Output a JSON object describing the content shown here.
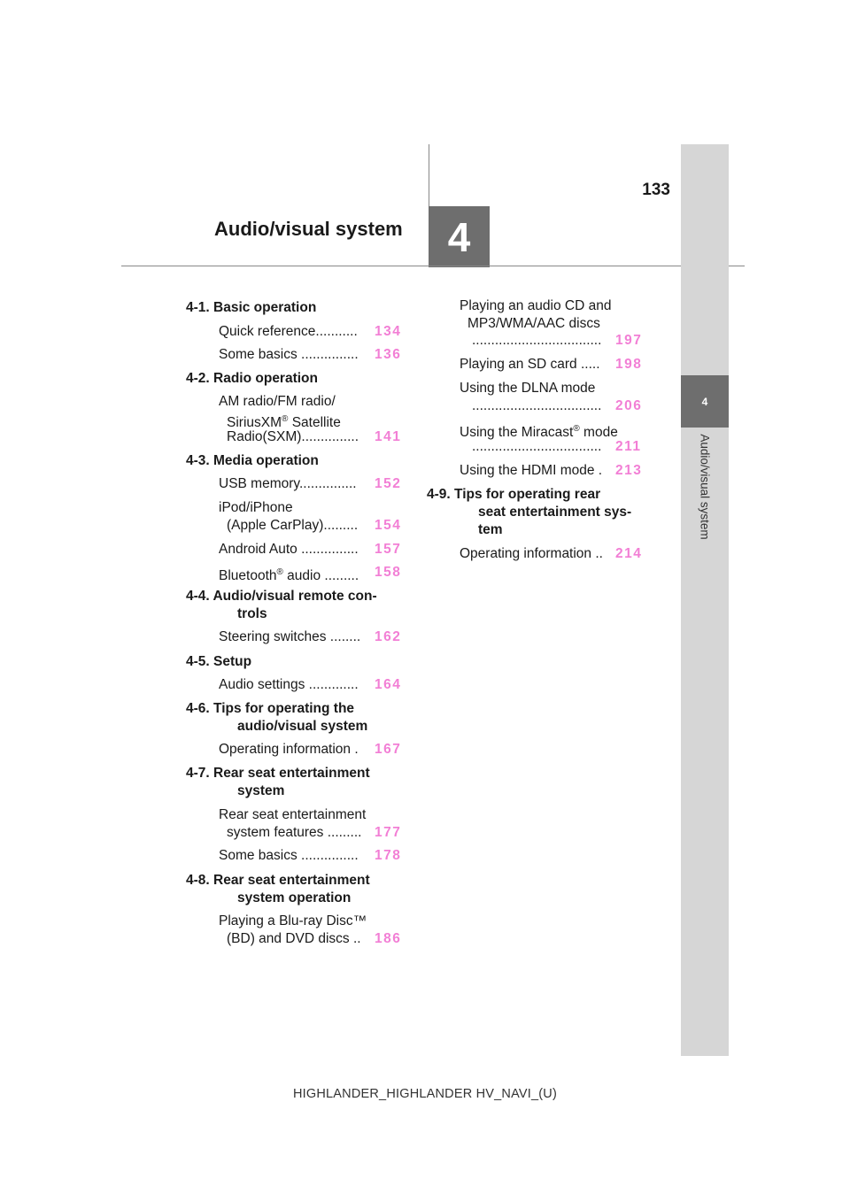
{
  "header": {
    "page_number": "133",
    "chapter_title": "Audio/visual system",
    "chapter_number": "4"
  },
  "side_tab": {
    "chapter_number": "4",
    "label": "Audio/visual system"
  },
  "colors": {
    "page_link": "#f27fd5",
    "chapter_box": "#6e6e6e",
    "side_tab": "#d6d6d6"
  },
  "toc": {
    "left_column": {
      "s41": "4-1.  Basic operation",
      "quick_ref": "Quick reference...........",
      "quick_ref_page": "134",
      "some_basics": "Some basics ...............",
      "some_basics_page": "136",
      "s42": "4-2.  Radio operation",
      "radio_a": "AM radio/FM radio/",
      "radio_b_pre": "SiriusXM",
      "reg": "®",
      "radio_b_post": " Satellite",
      "radio_c": "Radio(SXM)...............",
      "radio_page": "141",
      "s43": "4-3.  Media operation",
      "usb": "USB memory...............",
      "usb_page": "152",
      "ipod_a": "iPod/iPhone",
      "ipod_b": "(Apple CarPlay).........",
      "ipod_page": "154",
      "android": "Android Auto ...............",
      "android_page": "157",
      "bt_pre": "Bluetooth",
      "bt_post": " audio .........",
      "bt_page": "158",
      "s44_a": "4-4.  Audio/visual remote con-",
      "s44_b": "trols",
      "steering": "Steering switches ........",
      "steering_page": "162",
      "s45": "4-5.  Setup",
      "audio_settings": "Audio settings .............",
      "audio_settings_page": "164",
      "s46_a": "4-6.  Tips for operating the",
      "s46_b": "audio/visual system",
      "op_info": "Operating information .",
      "op_info_page": "167",
      "s47_a": "4-7.  Rear seat entertainment",
      "s47_b": "system",
      "rse_a": "Rear seat entertainment",
      "rse_b": "system features .........",
      "rse_page": "177",
      "rse_basics": "Some basics ...............",
      "rse_basics_page": "178",
      "s48_a": "4-8.  Rear seat entertainment",
      "s48_b": "system operation",
      "bd_a": "Playing a Blu-ray Disc™",
      "bd_b": "(BD) and DVD discs ..",
      "bd_page": "186"
    },
    "right_column": {
      "cd_a": "Playing an audio CD and",
      "cd_b": "MP3/WMA/AAC discs",
      "cd_c": "..................................",
      "cd_page": "197",
      "sd": "Playing an SD card .....",
      "sd_page": "198",
      "dlna_a": "Using the DLNA mode",
      "dlna_b": "..................................",
      "dlna_page": "206",
      "mira_pre": "Using the Miracast",
      "reg": "®",
      "mira_post": " mode",
      "mira_b": "..................................",
      "mira_page": "211",
      "hdmi": "Using the HDMI mode .",
      "hdmi_page": "213",
      "s49_a": "4-9.  Tips for operating rear",
      "s49_b": "seat entertainment sys-",
      "s49_c": "tem",
      "op_info": "Operating information ..",
      "op_info_page": "214"
    }
  },
  "footer": "HIGHLANDER_HIGHLANDER HV_NAVI_(U)"
}
